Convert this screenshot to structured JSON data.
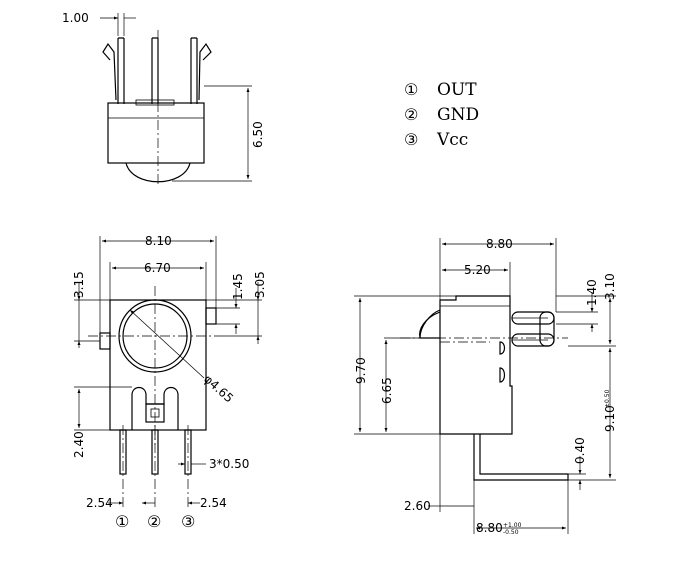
{
  "legend": {
    "items": [
      {
        "num": "①",
        "label": "OUT"
      },
      {
        "num": "②",
        "label": "GND"
      },
      {
        "num": "③",
        "label": "Vcc"
      }
    ]
  },
  "top_view": {
    "dim_pin_width": "1.00",
    "dim_height": "6.50"
  },
  "front_view": {
    "dim_overall_width": "8.10",
    "dim_body_width": "6.70",
    "dim_top_offset": "3.15",
    "dim_tab": "1.45",
    "dim_lens_center": "3.05",
    "dim_lens_dia": "φ4.65",
    "dim_pin_length": "2.40",
    "dim_pin_width": "3*0.50",
    "dim_pitch_left": "2.54",
    "dim_pitch_right": "2.54",
    "pin_numbers": [
      "①",
      "②",
      "③"
    ]
  },
  "side_view": {
    "dim_total_depth": "8.80",
    "dim_lens_offset": "5.20",
    "dim_pin_step": "1.40",
    "dim_pin_top": "3.10",
    "dim_body_height": "9.70",
    "dim_lens_height": "6.65",
    "dim_lead_height": "9.10",
    "dim_lead_height_tol_plus": "±0.50",
    "dim_lead_thickness": "0.40",
    "dim_lead_offset": "2.60",
    "dim_lead_depth": "8.80",
    "dim_lead_depth_tol_plus": "+1.00",
    "dim_lead_depth_tol_minus": "-0.50"
  }
}
